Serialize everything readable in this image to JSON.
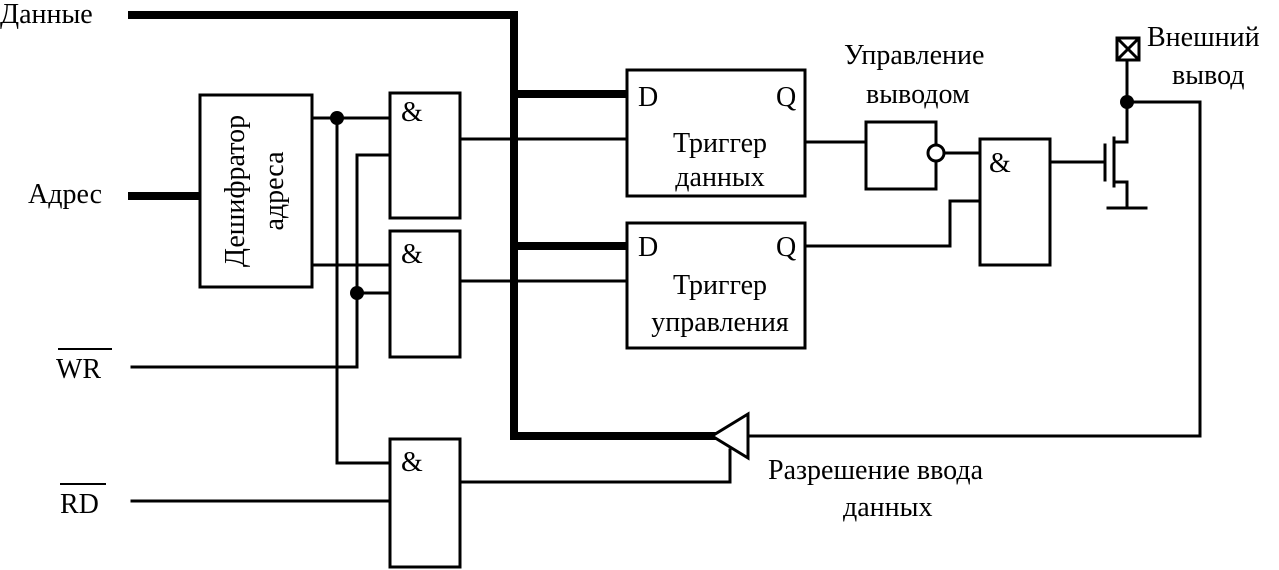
{
  "inputs": {
    "data": "Данные",
    "address": "Адрес",
    "wr": "WR",
    "rd": "RD"
  },
  "decoder": {
    "line1": "Дешифратор",
    "line2": "адреса"
  },
  "gates": {
    "and_symbol": "&"
  },
  "data_trigger": {
    "d": "D",
    "q": "Q",
    "line1": "Триггер",
    "line2": "данных"
  },
  "control_trigger": {
    "d": "D",
    "q": "Q",
    "line1": "Триггер",
    "line2": "управления"
  },
  "output_control": {
    "line1": "Управление",
    "line2": "выводом"
  },
  "external_pin": {
    "line1": "Внешний",
    "line2": "вывод"
  },
  "input_enable": {
    "line1": "Разрешение ввода",
    "line2": "данных"
  }
}
